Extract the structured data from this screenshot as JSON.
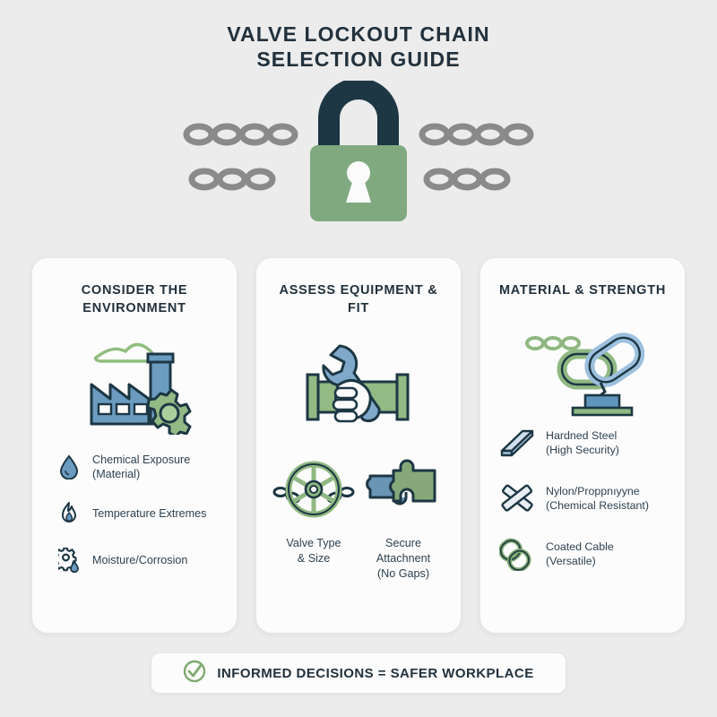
{
  "title": {
    "line1": "VALVE LOCKOUT CHAIN",
    "line2": "SELECTION GUIDE"
  },
  "hero": {
    "icon": "padlock-with-chains",
    "lock_body_color": "#80a980",
    "lock_shackle_color": "#1d3744",
    "chain_color": "#8a8a8a"
  },
  "colors": {
    "background": "#ececec",
    "card_background": "#fcfcfc",
    "heading": "#22313c",
    "body_text": "#2f4250",
    "accent_green": "#80a980",
    "accent_blue": "#6b9cc0",
    "outline_navy": "#1d3744"
  },
  "cards": [
    {
      "title": "CONSIDER THE ENVIRONMENT",
      "hero_icon": "factory-with-gear-icon",
      "bullets": [
        {
          "icon": "water-droplet-icon",
          "line1": "Chemical Exposure",
          "line2": "(Material)"
        },
        {
          "icon": "flame-icon",
          "line1": "Temperature Extremes",
          "line2": ""
        },
        {
          "icon": "gear-droplet-icon",
          "line1": "Moisture/Corrosion",
          "line2": ""
        }
      ]
    },
    {
      "title": "ASSESS EQUIPMENT & FIT",
      "hero_icon": "hand-wrench-pipe-icon",
      "pair": [
        {
          "icon": "valve-wheel-chain-icon",
          "line1": "Valve Type",
          "line2": "& Size",
          "line3": ""
        },
        {
          "icon": "puzzle-pieces-icon",
          "line1": "Secure",
          "line2": "Attachnent",
          "line3": "(No Gaps)"
        }
      ]
    },
    {
      "title": "MATERIAL & STRENGTH",
      "hero_icon": "chain-link-weight-icon",
      "bullets": [
        {
          "icon": "steel-bar-icon",
          "line1": "Hardned Steel",
          "line2": "(High Security)"
        },
        {
          "icon": "crossed-rods-icon",
          "line1": "Nylon/Proppnıyyne",
          "line2": "(Chemical Resistant)"
        },
        {
          "icon": "coated-cable-link-icon",
          "line1": "Coated Cable",
          "line2": "(Versatile)"
        }
      ]
    }
  ],
  "footer": {
    "icon": "check-circle-icon",
    "text": "INFORMED DECISIONS = SAFER WORKPLACE"
  }
}
